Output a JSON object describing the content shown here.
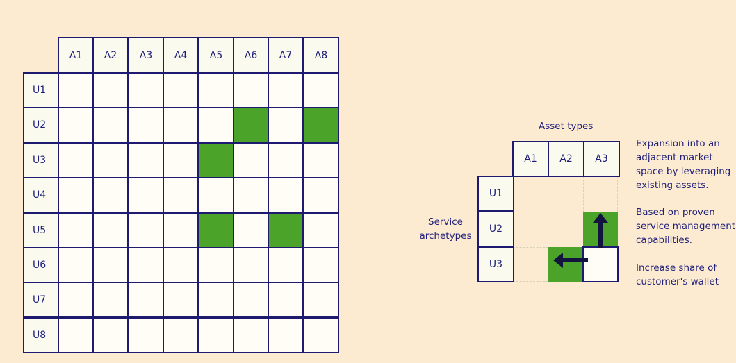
{
  "matrix": {
    "columns": [
      "A1",
      "A2",
      "A3",
      "A4",
      "A5",
      "A6",
      "A7",
      "A8"
    ],
    "rows": [
      "U1",
      "U2",
      "U3",
      "U4",
      "U5",
      "U6",
      "U7",
      "U8"
    ],
    "highlighted": [
      [
        "U2",
        "A6"
      ],
      [
        "U2",
        "A8"
      ],
      [
        "U3",
        "A5"
      ],
      [
        "U5",
        "A5"
      ],
      [
        "U5",
        "A7"
      ]
    ]
  },
  "legend": {
    "x_title": "Asset types",
    "y_title": "Service archetypes",
    "columns": [
      "A1",
      "A2",
      "A3"
    ],
    "rows": [
      "U1",
      "U2",
      "U3"
    ],
    "note_up": "Expansion into an adjacent market space by leveraging existing assets.",
    "note_based": "Based on proven service management capabilities.",
    "note_left": "Increase share of customer's wallet"
  },
  "colors": {
    "green": "#4ca32a",
    "border": "#1e1a70",
    "background": "#fcebd0"
  }
}
